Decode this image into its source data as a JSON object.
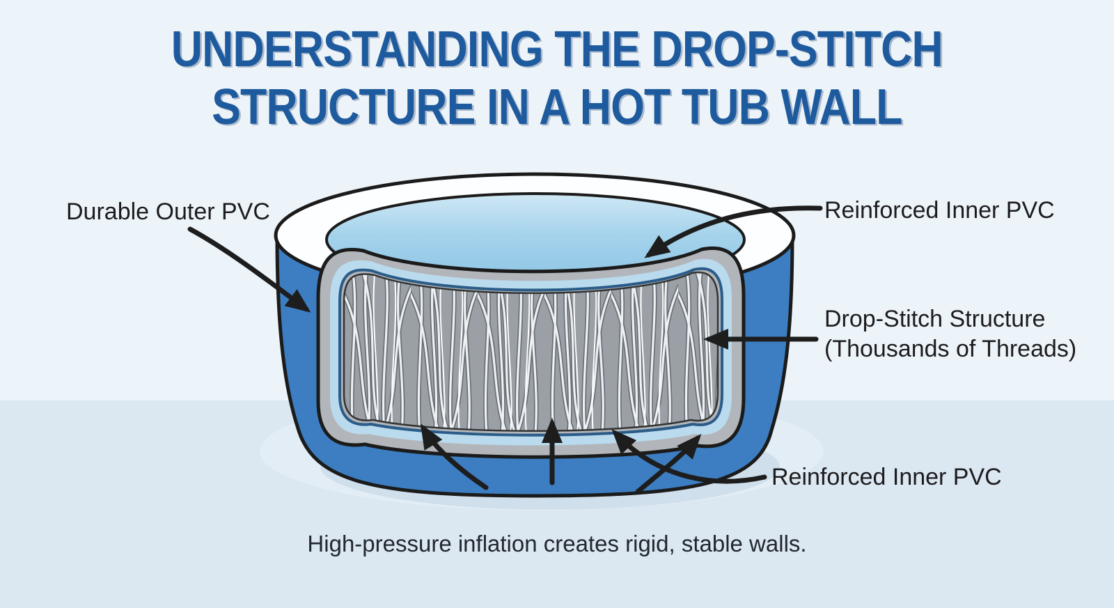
{
  "title": {
    "line1": "UNDERSTANDING THE DROP-STITCH",
    "line2": "STRUCTURE IN A HOT TUB WALL"
  },
  "labels": {
    "outer_pvc": "Durable Outer PVC",
    "inner_pvc_top": "Reinforced Inner PVC",
    "drop_stitch_line1": "Drop-Stitch Structure",
    "drop_stitch_line2": "(Thousands of Threads)",
    "inner_pvc_bottom": "Reinforced Inner PVC"
  },
  "caption": "High-pressure inflation creates rigid, stable walls.",
  "colors": {
    "title_blue": "#1e5a9e",
    "outer_wall_blue": "#3c7ec1",
    "water_blue": "#a5d3ec",
    "rim_white": "#fcfeff",
    "panel_gray": "#b2b6ba",
    "inner_pvc_band_blue": "#badaee",
    "inner_pvc_line_navy": "#2b5c88",
    "thread_bg_gray": "#9aa0a6",
    "thread_light": "#eef1f4",
    "background_top": "#edf4f9",
    "background_bottom": "#dbe7f1",
    "label_text": "#1c1c1e",
    "arrow_black": "#1d1d1d"
  }
}
